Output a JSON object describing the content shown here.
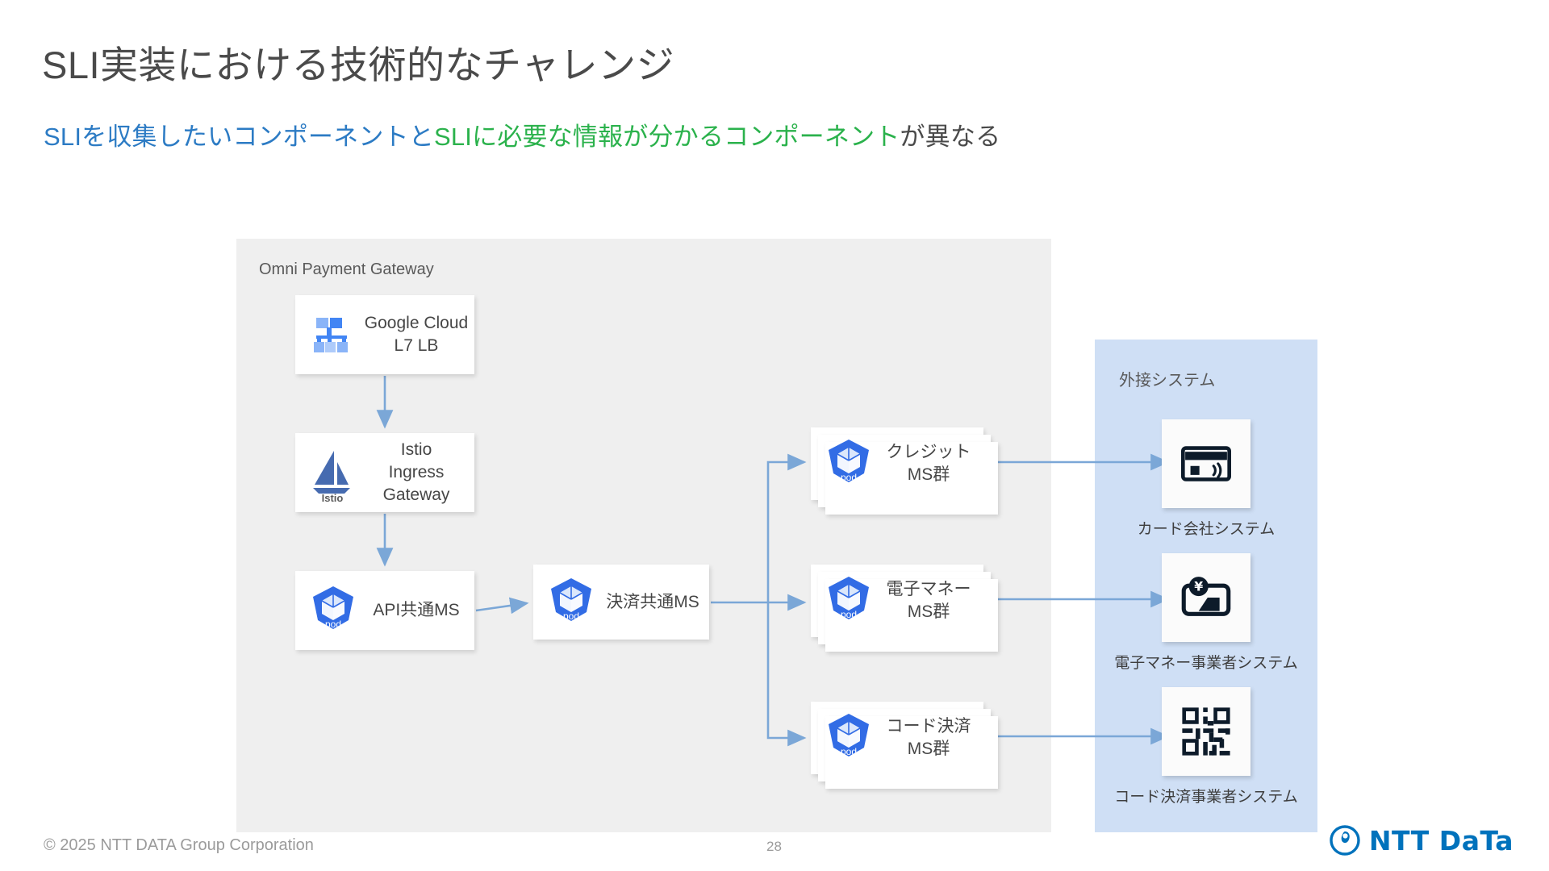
{
  "slide": {
    "title": "SLI実装における技術的なチャレンジ",
    "subtitle_segments": [
      {
        "text": "SLIを収集したいコンポーネントと",
        "color": "#2c7bc4"
      },
      {
        "text": "SLIに必要な情報が分かるコンポーネント",
        "color": "#2bb24c"
      },
      {
        "text": "が異なる",
        "color": "#4a4a4a"
      }
    ]
  },
  "diagram": {
    "groups": {
      "omni_payment_gateway": {
        "label": "Omni Payment Gateway",
        "background": "#efefef"
      },
      "external_systems": {
        "label": "外接システム",
        "background": "#cfdff5"
      }
    },
    "nodes": {
      "google_cloud_lb": {
        "label": "Google Cloud\nL7 LB",
        "icon": "google-cloud-load-balancer-icon"
      },
      "istio_ingress": {
        "label": "Istio\nIngress Gateway",
        "icon": "istio-icon",
        "icon_caption": "Istio"
      },
      "api_common_ms": {
        "label": "API共通MS",
        "icon": "kubernetes-pod-icon"
      },
      "payment_common_ms": {
        "label": "決済共通MS",
        "icon": "kubernetes-pod-icon"
      },
      "credit_ms_group": {
        "label": "クレジットMS群",
        "icon": "kubernetes-pod-icon"
      },
      "emoney_ms_group": {
        "label": "電子マネーMS群",
        "icon": "kubernetes-pod-icon"
      },
      "code_payment_ms_group": {
        "label": "コード決済MS群",
        "icon": "kubernetes-pod-icon"
      }
    },
    "external": [
      {
        "caption": "カード会社システム",
        "icon": "contactless-credit-card-icon"
      },
      {
        "caption": "電子マネー事業者システム",
        "icon": "emoney-wallet-yen-icon"
      },
      {
        "caption": "コード決済事業者システム",
        "icon": "qr-code-icon"
      }
    ],
    "edge_color": "#7ba7d7"
  },
  "footer": {
    "copyright": "© 2025 NTT DATA Group Corporation",
    "page_number": "28",
    "logo_text": "NTT DaTa",
    "logo_color": "#0072bc"
  }
}
